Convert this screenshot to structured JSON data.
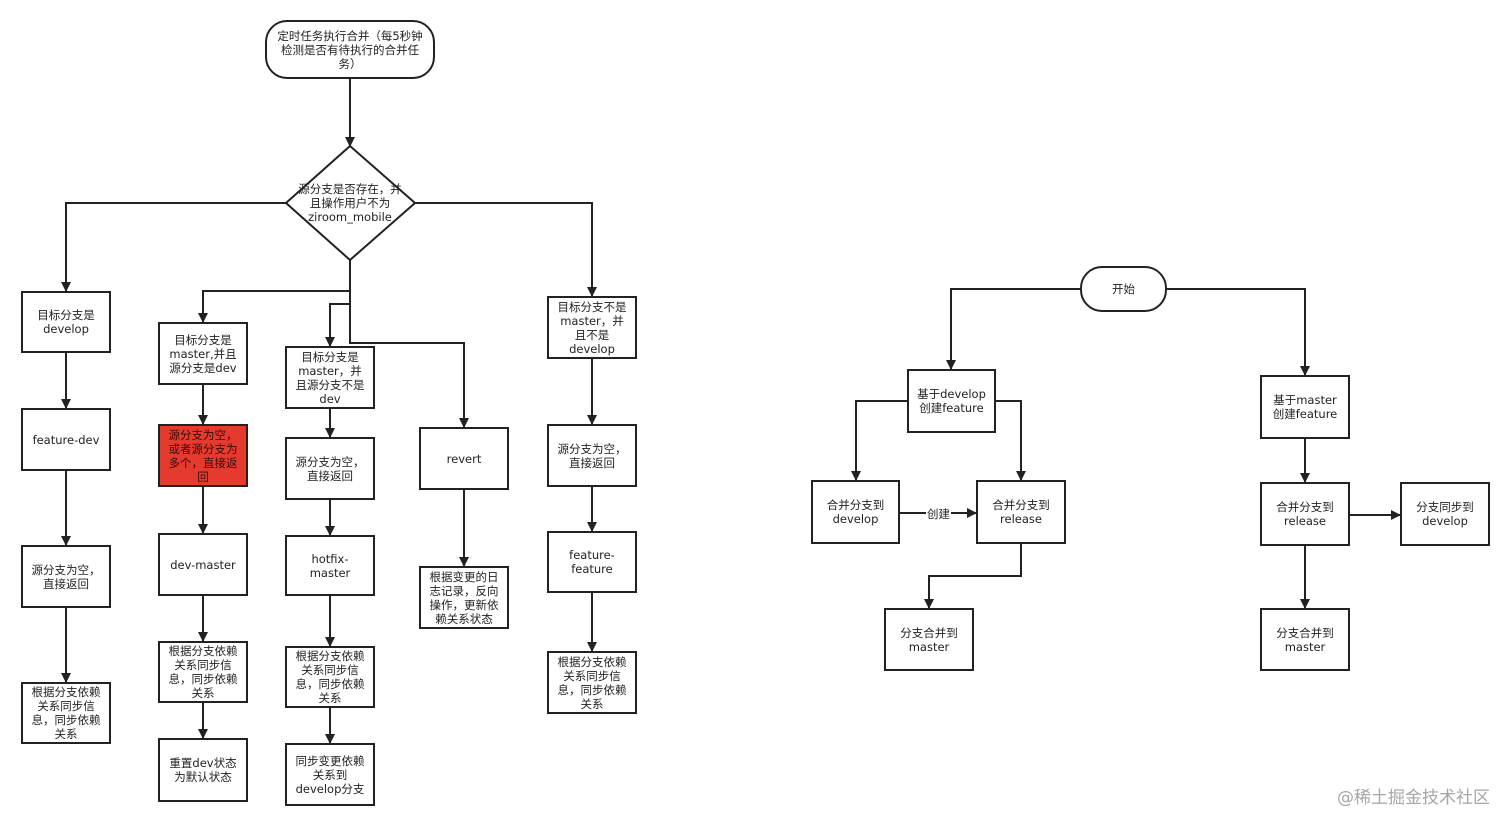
{
  "left_flow": {
    "start": "定时任务执行合并（每5秒钟\n检测是否有待执行的合并任\n务）",
    "decision": "源分支是否存在，并\n且操作用户不为\nziroom_mobile",
    "col1": {
      "n1": "目标分支是\ndevelop",
      "n2": "feature-dev",
      "n3": "源分支为空，\n直接返回",
      "n4": "根据分支依赖\n关系同步信\n息，同步依赖\n关系"
    },
    "col2": {
      "n1": "目标分支是\nmaster,并且\n源分支是dev",
      "n2": "源分支为空，\n或者源分支为\n多个，直接返\n回",
      "n3": "dev-master",
      "n4": "根据分支依赖\n关系同步信\n息，同步依赖\n关系",
      "n5": "重置dev状态\n为默认状态"
    },
    "col3": {
      "n1": "目标分支是\nmaster，并\n且源分支不是\ndev",
      "n2": "源分支为空，\n直接返回",
      "n3": "hotfix-\nmaster",
      "n4": "根据分支依赖\n关系同步信\n息，同步依赖\n关系",
      "n5": "同步变更依赖\n关系到\ndevelop分支"
    },
    "col4": {
      "n1": "revert",
      "n2": "根据变更的日\n志记录，反向\n操作，更新依\n赖关系状态"
    },
    "col5": {
      "n1": "目标分支不是\nmaster，并\n且不是\ndevelop",
      "n2": "源分支为空，\n直接返回",
      "n3": "feature-\nfeature",
      "n4": "根据分支依赖\n关系同步信\n息，同步依赖\n关系"
    }
  },
  "right_flow": {
    "start": "开始",
    "develop_branch": {
      "create": "基于develop\n创建feature",
      "merge_develop": "合并分支到\ndevelop",
      "edge_label": "创建",
      "merge_release": "合并分支到\nrelease",
      "merge_master": "分支合并到\nmaster"
    },
    "master_branch": {
      "create": "基于master\n创建feature",
      "merge_release": "合并分支到\nrelease",
      "sync_develop": "分支同步到\ndevelop",
      "merge_master": "分支合并到\nmaster"
    }
  },
  "watermark": "@稀土掘金技术社区",
  "colors": {
    "stroke": "#222222",
    "highlight": "#e53b2f",
    "watermark": "#a6a6a6"
  }
}
